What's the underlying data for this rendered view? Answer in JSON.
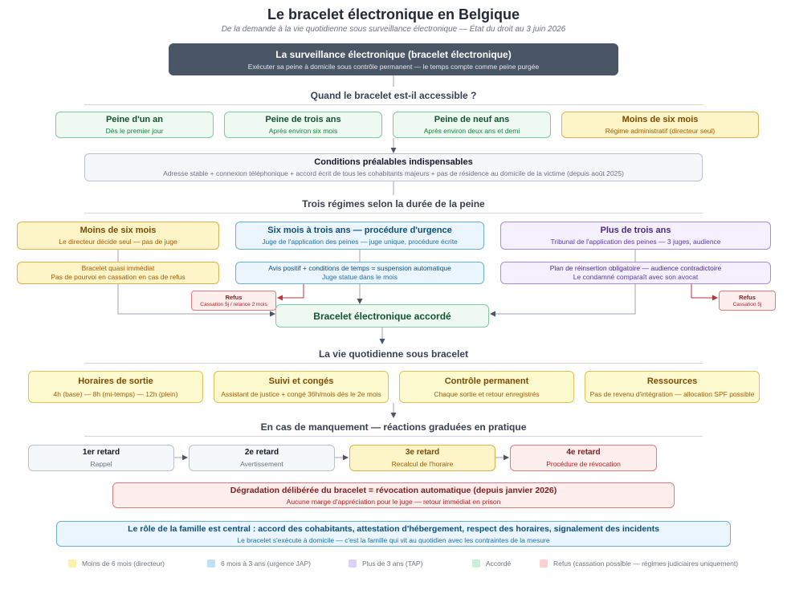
{
  "title": "Le bracelet électronique en Belgique",
  "subtitle": "De la demande à la vie quotidienne sous surveillance électronique — État du droit au 3 juin 2026",
  "header": {
    "title": "La surveillance électronique (bracelet électronique)",
    "subtitle": "Exécuter sa peine à domicile sous contrôle permanent — le temps compte comme peine purgée"
  },
  "section_access": "Quand le bracelet est-il accessible ?",
  "access": [
    {
      "title": "Peine d'un an",
      "sub": "Dès le premier jour"
    },
    {
      "title": "Peine de trois ans",
      "sub": "Après environ six mois"
    },
    {
      "title": "Peine de neuf ans",
      "sub": "Après environ deux ans et demi"
    },
    {
      "title": "Moins de six mois",
      "sub": "Régime administratif (directeur seul)"
    }
  ],
  "conditions": {
    "title": "Conditions préalables indispensables",
    "sub": "Adresse stable + connexion téléphonique + accord écrit de tous les cohabitants majeurs + pas de résidence au domicile de la victime (depuis août 2025)"
  },
  "section_regimes": "Trois régimes selon la durée de la peine",
  "regimes": [
    {
      "title": "Moins de six mois",
      "sub": "Le directeur décide seul — pas de juge",
      "detail1": "Bracelet quasi immédiat",
      "detail2": "Pas de pourvoi en cassation en cas de refus"
    },
    {
      "title": "Six mois à trois ans — procédure d'urgence",
      "sub": "Juge de l'application des peines — juge unique, procédure écrite",
      "detail1": "Avis positif + conditions de temps = suspension automatique",
      "detail2": "Juge statue dans le mois"
    },
    {
      "title": "Plus de trois ans",
      "sub": "Tribunal de l'application des peines — 3 juges, audience",
      "detail1": "Plan de réinsertion obligatoire — audience contradictoire",
      "detail2": "Le condamné comparaît avec son avocat"
    }
  ],
  "refus_left": {
    "title": "Refus",
    "sub": "Cassation 5j / relance 2 mois"
  },
  "refus_right": {
    "title": "Refus",
    "sub": "Cassation 5j"
  },
  "granted": "Bracelet électronique accordé",
  "section_daily": "La vie quotidienne sous bracelet",
  "daily": [
    {
      "title": "Horaires de sortie",
      "sub": "4h (base) — 8h (mi-temps) — 12h (plein)"
    },
    {
      "title": "Suivi et congés",
      "sub": "Assistant de justice + congé 36h/mois dès le 2e mois"
    },
    {
      "title": "Contrôle permanent",
      "sub": "Chaque sortie et retour enregistrés"
    },
    {
      "title": "Ressources",
      "sub": "Pas de revenu d'intégration — allocation SPF possible"
    }
  ],
  "section_breach": "En cas de manquement — réactions graduées en pratique",
  "breach": [
    {
      "title": "1er retard",
      "sub": "Rappel"
    },
    {
      "title": "2e retard",
      "sub": "Avertissement"
    },
    {
      "title": "3e retard",
      "sub": "Recalcul de l'horaire"
    },
    {
      "title": "4e retard",
      "sub": "Procédure de révocation"
    }
  ],
  "degradation": {
    "title": "Dégradation délibérée du bracelet = révocation automatique (depuis janvier 2026)",
    "sub": "Aucune marge d'appréciation pour le juge — retour immédiat en prison"
  },
  "family": {
    "title": "Le rôle de la famille est central : accord des cohabitants, attestation d'hébergement, respect des horaires, signalement des incidents",
    "sub": "Le bracelet s'exécute à domicile — c'est la famille qui vit au quotidien avec les contraintes de la mesure"
  },
  "legend": [
    {
      "label": "Moins de 6 mois (directeur)",
      "color": "#fdf3a8"
    },
    {
      "label": "6 mois à 3 ans (urgence JAP)",
      "color": "#bfe0f7"
    },
    {
      "label": "Plus de 3 ans (TAP)",
      "color": "#ddd0f7"
    },
    {
      "label": "Accordé",
      "color": "#c8f0d4"
    },
    {
      "label": "Refus (cassation possible — régimes judiciaires uniquement)",
      "color": "#fbd0d0"
    }
  ]
}
